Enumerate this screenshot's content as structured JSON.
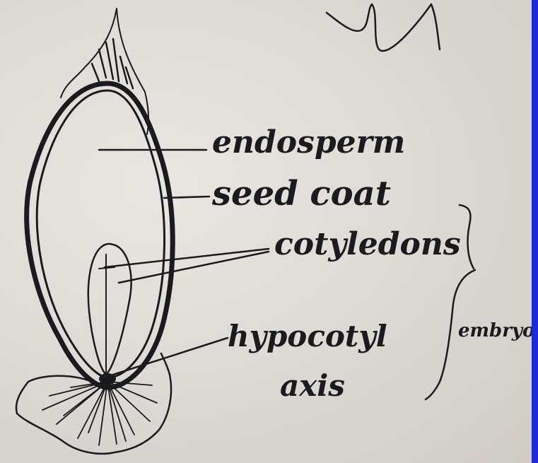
{
  "diagram": {
    "labels": {
      "endosperm": "endosperm",
      "seed_coat": "seed coat",
      "cotyledons": "cotyledons",
      "hypocotyl_line1": "hypocotyl",
      "hypocotyl_line2": "axis",
      "embryo": "embryo."
    }
  }
}
